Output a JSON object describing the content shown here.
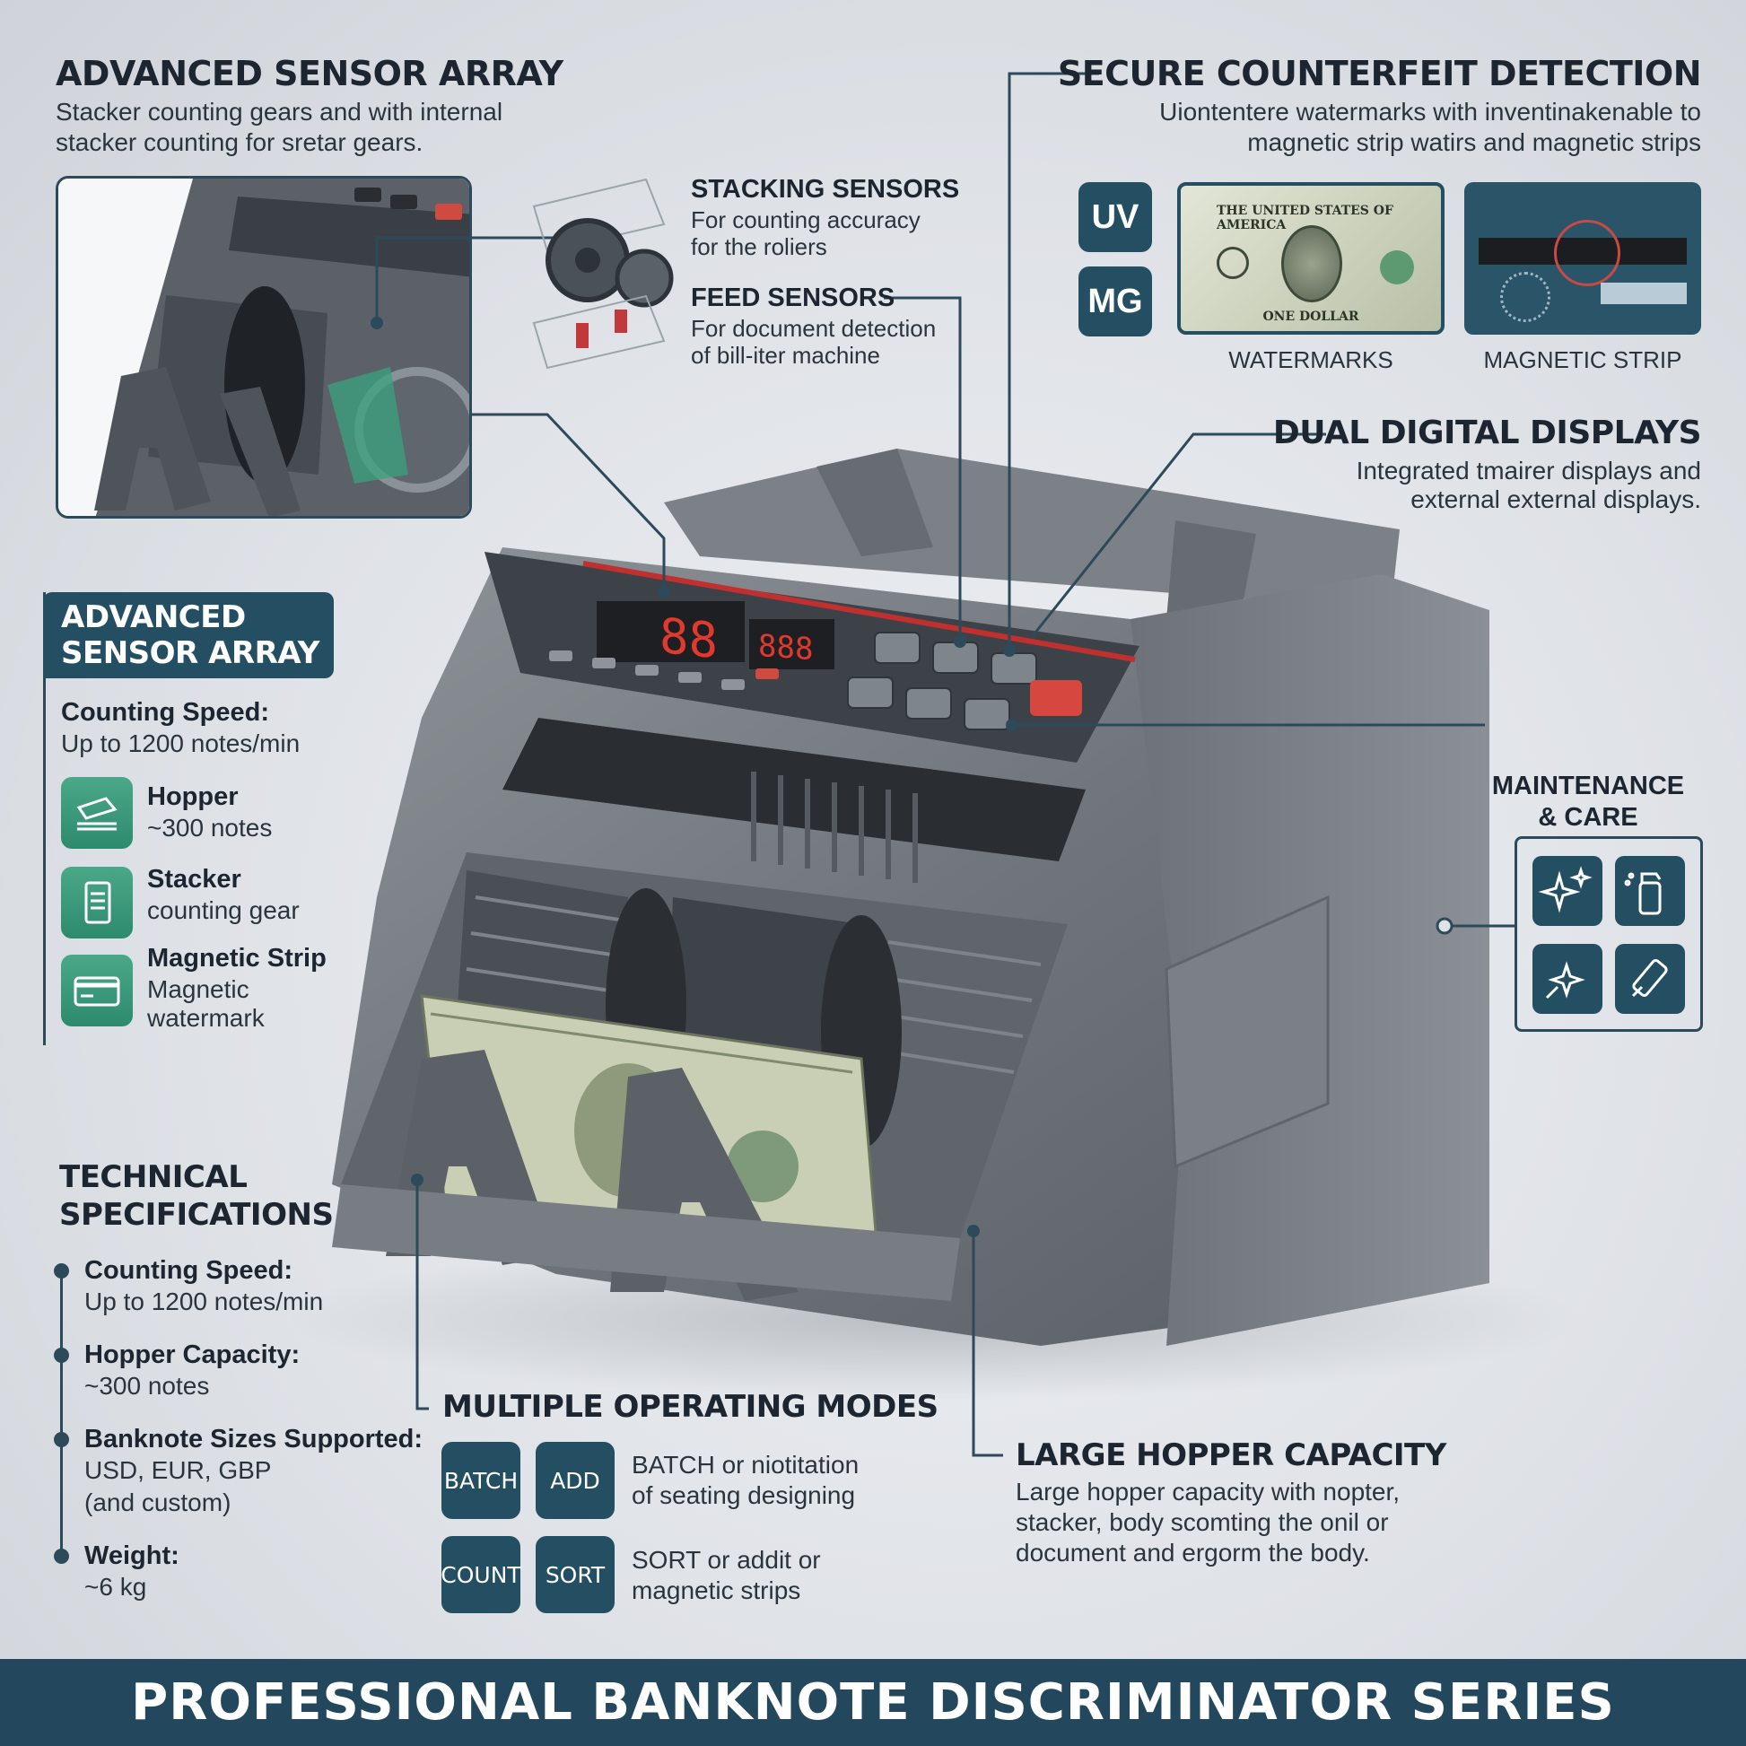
{
  "sensor_array_top": {
    "title": "ADVANCED SENSOR ARRAY",
    "desc_1": "Stacker counting gears and with internal",
    "desc_2": "stacker counting for sretar gears."
  },
  "stacking_sensors": {
    "title": "STACKING SENSORS",
    "desc_1": "For counting accuracy",
    "desc_2": "for the roliers"
  },
  "feed_sensors": {
    "title": "FEED SENSORS",
    "desc_1": "For document detection",
    "desc_2": "of bill-iter machine"
  },
  "counterfeit": {
    "title": "SECURE COUNTERFEIT DETECTION",
    "desc_1": "Uiontentere watermarks with inventinakenable to",
    "desc_2": "magnetic strip watirs and magnetic strips",
    "uv_label": "UV",
    "mg_label": "MG",
    "watermarks_label": "WATERMARKS",
    "magnetic_strip_label": "MAGNETIC STRIP",
    "bill_top_text": "THE UNITED STATES OF AMERICA",
    "bill_bottom_text": "ONE DOLLAR"
  },
  "displays": {
    "title": "DUAL DIGITAL DISPLAYS",
    "desc_1": "Integrated tmairer displays and",
    "desc_2": "external external displays."
  },
  "sensor_array_side": {
    "title_1": "ADVANCED",
    "title_2": "SENSOR ARRAY",
    "speed_label": "Counting Speed:",
    "speed_value": "Up to 1200 notes/min",
    "items": [
      {
        "title": "Hopper",
        "desc_1": "~300 notes",
        "desc_2": ""
      },
      {
        "title": "Stacker",
        "desc_1": "counting gear",
        "desc_2": ""
      },
      {
        "title": "Magnetic Strip",
        "desc_1": "Magnetic",
        "desc_2": "watermark"
      }
    ]
  },
  "maintenance": {
    "title_1": "MAINTENANCE",
    "title_2": "& CARE"
  },
  "tech_specs": {
    "title_1": "TECHNICAL",
    "title_2": "SPECIFICATIONS",
    "specs": [
      {
        "label": "Counting Speed:",
        "value_1": "Up to 1200 notes/min",
        "value_2": ""
      },
      {
        "label": "Hopper Capacity:",
        "value_1": "~300 notes",
        "value_2": ""
      },
      {
        "label": "Banknote Sizes Supported:",
        "value_1": "USD, EUR, GBP",
        "value_2": "(and custom)"
      },
      {
        "label": "Weight:",
        "value_1": "~6 kg",
        "value_2": ""
      }
    ]
  },
  "modes": {
    "title": "MULTIPLE OPERATING MODES",
    "buttons": [
      "BATCH",
      "ADD",
      "COUNT",
      "SORT"
    ],
    "desc_a_1": "BATCH or niotitation",
    "desc_a_2": "of seating designing",
    "desc_b_1": "SORT or addit or",
    "desc_b_2": "magnetic strips"
  },
  "hopper": {
    "title": "LARGE HOPPER CAPACITY",
    "desc_1": "Large hopper capacity with nopter,",
    "desc_2": "stacker, body scomting the onil or",
    "desc_3": "document and ergorm the body."
  },
  "machine": {
    "display_main": "88",
    "display_sub": "888"
  },
  "footer": {
    "title": "PROFESSIONAL BANKNOTE DISCRIMINATOR SERIES"
  }
}
